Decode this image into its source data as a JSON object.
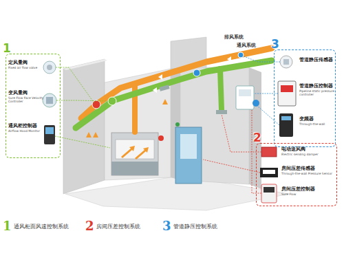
{
  "diagram": {
    "nodes": [
      {
        "text": [
          "1"
        ]
      },
      {
        "text": [
          "定风量阀",
          "Fixed air flow valve"
        ],
        "in": 0
      },
      {
        "text": [
          "变风量阀",
          "Sure Flow Face Velocity Controller"
        ],
        "in": 0
      },
      {
        "text": [
          "通风柜控制器",
          "Airflow Hood Monitor"
        ],
        "in": 0
      },
      {
        "text": [
          "3"
        ]
      },
      {
        "text": [
          "管道静压传感器"
        ],
        "in": 4
      },
      {
        "text": [
          "管道静压控制器",
          "Pipeline static pressure controller"
        ],
        "in": 4
      },
      {
        "text": [
          "变频器",
          "Through-the-wall"
        ],
        "in": 4
      },
      {
        "text": [
          "2"
        ]
      },
      {
        "text": [
          "电动送风阀",
          "Electric sending damper"
        ],
        "in": 8
      },
      {
        "text": [
          "房间压差传感器",
          "Through-the-wall Pressure Sensor"
        ],
        "in": 8
      },
      {
        "text": [
          "房间压差控制器",
          "Sure Flow"
        ],
        "in": 8
      }
    ],
    "labels": [
      "排风系统",
      "通风系统",
      "1",
      "2",
      "3"
    ],
    "legend": [
      {
        "text": "通风柜面风速控制系统",
        "color": "#7bbf2a"
      },
      {
        "text": "房间压差控制系统",
        "color": "#e03a2f"
      },
      {
        "text": "管道静压控制系统",
        "color": "#2f8fd8"
      }
    ]
  }
}
